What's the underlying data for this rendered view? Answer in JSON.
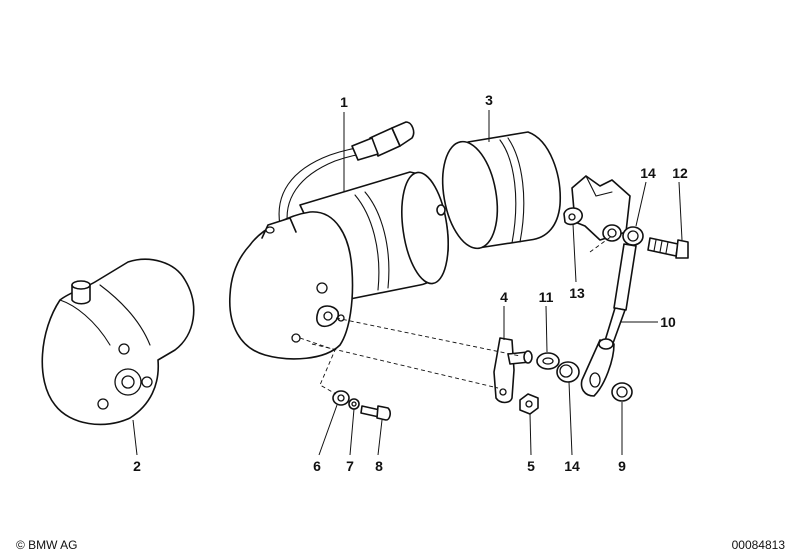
{
  "footer": {
    "copyright": "© BMW AG",
    "drawing_number": "00084813"
  },
  "callouts": [
    "1",
    "2",
    "3",
    "4",
    "5",
    "6",
    "7",
    "8",
    "9",
    "10",
    "11",
    "12",
    "13",
    "14",
    "14"
  ]
}
